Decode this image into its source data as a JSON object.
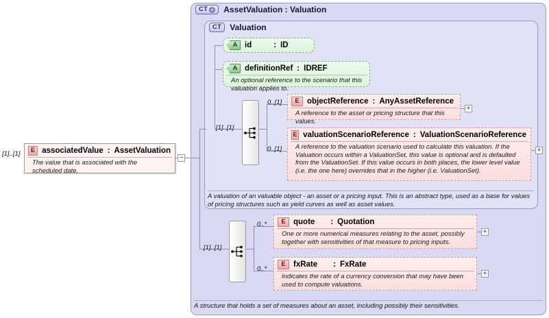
{
  "diagram": {
    "type": "xsd-schema-diagram",
    "title": "AssetValuation : Valuation"
  },
  "outer_container": {
    "badge": "CT",
    "badge_expand": "+",
    "label": "AssetValuation : Valuation",
    "annotation": "A structure that holds a set of measures about an asset, including possibly their sensitivities."
  },
  "inner_container": {
    "badge": "CT",
    "label": "Valuation",
    "annotation": "A valuation of an valuable object - an asset or a pricing input. This is an abstract type, used as a base for values of pricing structures such as yield curves as well as asset values."
  },
  "left_ref": {
    "multiplicity": "[1]..[1]",
    "badge": "E",
    "name": "associatedValue",
    "separator": ":",
    "type": "AssetValuation",
    "doc": "The value that is associated with the scheduled date.",
    "expander": "−"
  },
  "attributes": [
    {
      "badge": "A",
      "name": "id",
      "separator": ":",
      "type": "ID",
      "doc": ""
    },
    {
      "badge": "A",
      "name": "definitionRef",
      "separator": ":",
      "type": "IDREF",
      "doc": "An optional reference to the scenario that this valuation applies to."
    }
  ],
  "inner_sequence": {
    "icon": "sequence-compositor-icon",
    "multiplicity": "[1]..[1]"
  },
  "inner_elements": [
    {
      "multiplicity": "0..[1]",
      "badge": "E",
      "name": "objectReference",
      "separator": ":",
      "type": "AnyAssetReference",
      "doc": "A reference to the asset or pricing structure that this values.",
      "expander": "+"
    },
    {
      "multiplicity": "0..[1]",
      "badge": "E",
      "name": "valuationScenarioReference",
      "separator": ":",
      "type": "ValuationScenarioReference",
      "doc": "A reference to the valuation scenario used to calculate this valuation. If the Valuation occurs within a ValuationSet, this value is optional and is defaulted from the ValuationSet. If this value occurs in both places, the lower level value (i.e. the one here) overrides that in the higher (i.e. ValuationSet).",
      "expander": "+"
    }
  ],
  "outer_sequence": {
    "icon": "sequence-compositor-icon",
    "multiplicity": "[1]..[1]"
  },
  "outer_elements": [
    {
      "multiplicity": "0..*",
      "badge": "E",
      "name": "quote",
      "separator": ":",
      "type": "Quotation",
      "doc": "One or more numerical measures relating to the asset, possibly together with sensitivities of that measure to pricing inputs.",
      "expander": "+"
    },
    {
      "multiplicity": "0..*",
      "badge": "E",
      "name": "fxRate",
      "separator": ":",
      "type": "FxRate",
      "doc": "Indicates the rate of a currency conversion that may have been used to compute valuations.",
      "expander": "+"
    }
  ],
  "colors": {
    "outer_bg": "#d9d9f3",
    "inner_bg": "#e2e2f6",
    "element_bg": "#fbdede",
    "attribute_bg": "#ddf3dd",
    "border": "#9a9ac0",
    "connector": "#8c8cae"
  }
}
